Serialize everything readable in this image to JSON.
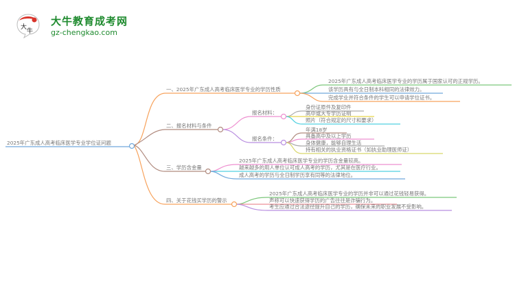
{
  "logo": {
    "title": "大牛教育成考网",
    "url": "gz-chengkao.com",
    "badge_text": "大牛",
    "icon": "speech-bubble-logo-icon"
  },
  "root": {
    "label": "2025年广东成人高考临床医学专业学位证问题"
  },
  "branches": [
    {
      "label": "一、2025年广东成人高考临床医学专业的学历性质",
      "color": "#f7a25c",
      "leaves": [
        {
          "label": "2025年广东成人高考临床医学专业的学历属于国家认可的正规学历。",
          "color": "#7bc67a"
        },
        {
          "label": "该学历具有与全日制本科相同的法律效力。",
          "color": "#6fa8dc"
        },
        {
          "label": "完成学业并符合条件的学生可以申请学位证书。",
          "color": "#f7a25c"
        }
      ]
    },
    {
      "label": "二、报名材料与条件",
      "color": "#b08a7e",
      "subgroups": [
        {
          "label": "报名材料：",
          "color": "#ee8fd0",
          "leaves": [
            {
              "label": "身份证原件及复印件",
              "color": "#aaaaaa"
            },
            {
              "label": "高中或大专学历证明",
              "color": "#e6d54a"
            },
            {
              "label": "照片（符合规定的尺寸和要求）",
              "color": "#4fd0e0"
            }
          ]
        },
        {
          "label": "报名条件：",
          "color": "#b88de0",
          "leaves": [
            {
              "label": "年满18岁",
              "color": "#b08a7e"
            },
            {
              "label": "具备高中及以上学历",
              "color": "#ee8fd0"
            },
            {
              "label": "身体健康，能够自理生活",
              "color": "#aaaaaa"
            },
            {
              "label": "持有相关的执业资格证书（如执业助理医师证）",
              "color": "#d8d66a"
            }
          ]
        }
      ]
    },
    {
      "label": "三、学历含金量",
      "color": "#b08a7e",
      "leaves": [
        {
          "label": "2025年广东成人高考临床医学专业的学历含金量较高。",
          "color": "#ee8fd0"
        },
        {
          "label": "越来越多的用人单位认可成人高考的学历，尤其是在医疗行业。",
          "color": "#4fd0e0"
        },
        {
          "label": "成人高考的学历与全日制学历享有同等的法律地位。",
          "color": "#6fa8dc"
        }
      ]
    },
    {
      "label": "四、关于花钱买学历的警示",
      "color": "#f7a25c",
      "leaves": [
        {
          "label": "2025年广东成人高考临床医学专业的学历并非可以通过花钱轻易获得。",
          "color": "#7bc67a"
        },
        {
          "label": "声称可以快速获得学历的广告往往是诈骗行为。",
          "color": "#ee8f96"
        },
        {
          "label": "考生应通过合法途径提升自己的学历，确保未来的职业发展不受影响。",
          "color": "#b88de0"
        }
      ]
    }
  ],
  "colors": {
    "root_line": "#6fa8dc",
    "text": "#777777",
    "logo_green": "#1e8a2e",
    "logo_red": "#d9342b"
  }
}
